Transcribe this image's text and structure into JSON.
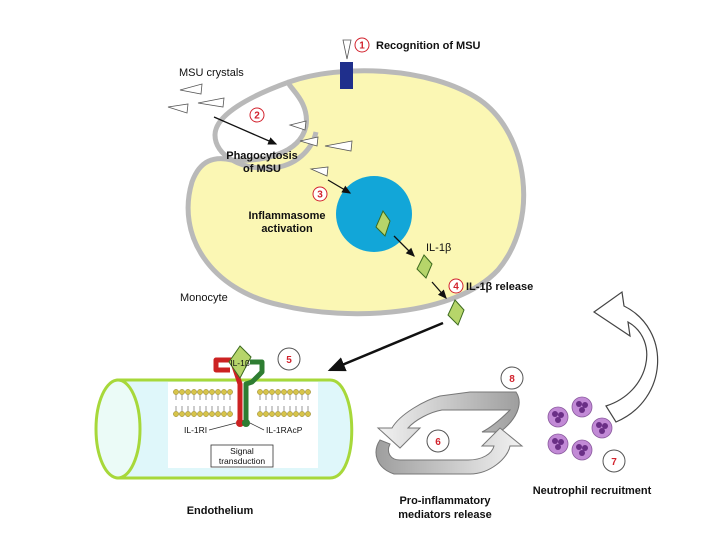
{
  "steps": {
    "s1": {
      "num": "1",
      "label": "Recognition of MSU"
    },
    "s2": {
      "num": "2",
      "label_line1": "Phagocytosis",
      "label_line2": "of MSU"
    },
    "s3": {
      "num": "3",
      "label_line1": "Inflammasome",
      "label_line2": "activation"
    },
    "s4": {
      "num": "4",
      "label": "IL-1β release"
    },
    "s5": {
      "num": "5"
    },
    "s6": {
      "num": "6",
      "label_line1": "Pro-inflammatory",
      "label_line2": "mediators release"
    },
    "s7": {
      "num": "7",
      "label": "Neutrophil recruitment"
    },
    "s8": {
      "num": "8"
    }
  },
  "labels": {
    "msu_crystals": "MSU crystals",
    "monocyte": "Monocyte",
    "il1b": "IL-1β",
    "il1b_receptor": "IL-1β",
    "il1ri": "IL-1RI",
    "il1racp": "IL-1RAcP",
    "signal_line1": "Signal",
    "signal_line2": "transduction",
    "endothelium": "Endothelium"
  },
  "colors": {
    "cell_fill": "#fbf7b4",
    "cell_stroke": "#b9b9b9",
    "nucleus": "#12a6d8",
    "receptor": "#1f2f8c",
    "il1b": "#b6d56a",
    "il1ri": "#cc2222",
    "il1racp": "#2e7d32",
    "vessel": "#dff7fa",
    "vessel_stroke": "#a7d83a",
    "neutrophil": "#c28ad6",
    "number": "#d2222d"
  }
}
